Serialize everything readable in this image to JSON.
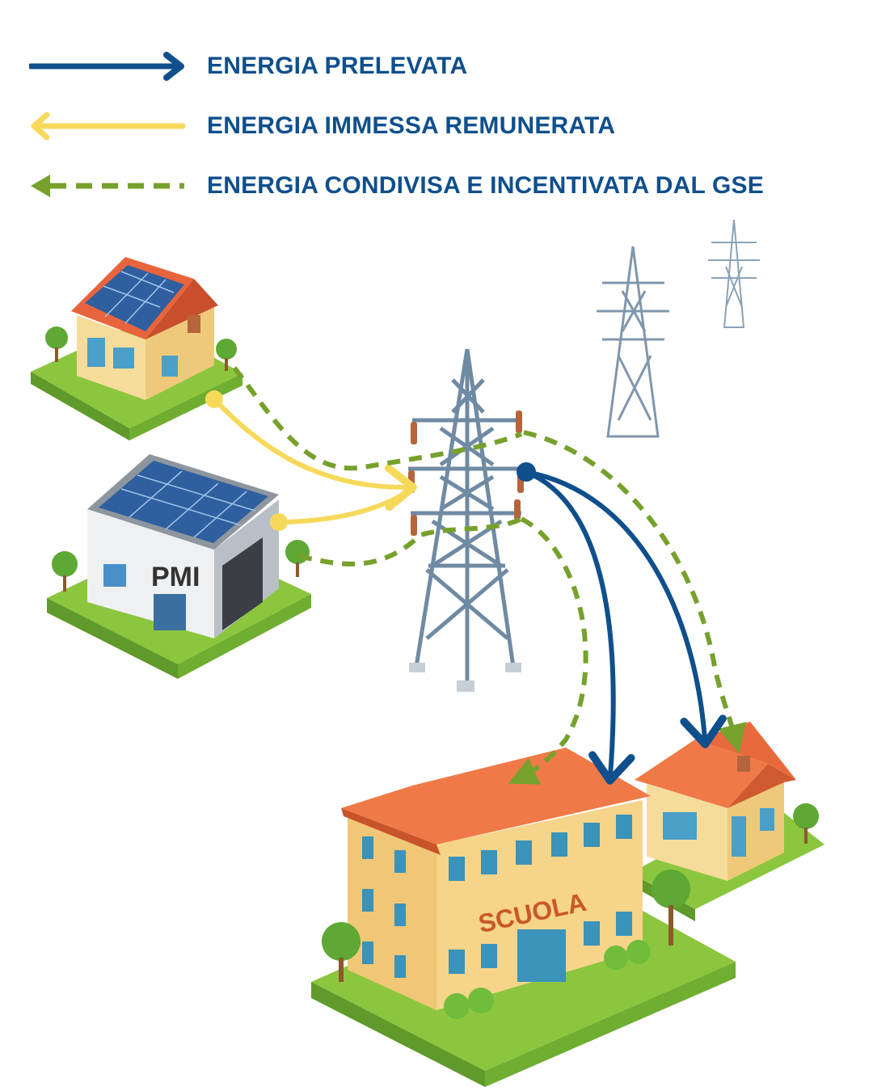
{
  "legend": {
    "prelevata": {
      "label": "ENERGIA PRELEVATA",
      "color": "#0f4f8c"
    },
    "immessa": {
      "label": "ENERGIA IMMESSA REMUNERATA",
      "color": "#f7d95a"
    },
    "condivisa": {
      "label": "ENERGIA CONDIVISA E INCENTIVATA DAL GSE",
      "color": "#76a12c"
    }
  },
  "buildings": {
    "pmi_label": "PMI",
    "school_label": "SCUOLA"
  },
  "icons": [
    "house-with-solar-icon",
    "pmi-building-icon",
    "transmission-tower-icon",
    "school-icon",
    "house-icon"
  ]
}
